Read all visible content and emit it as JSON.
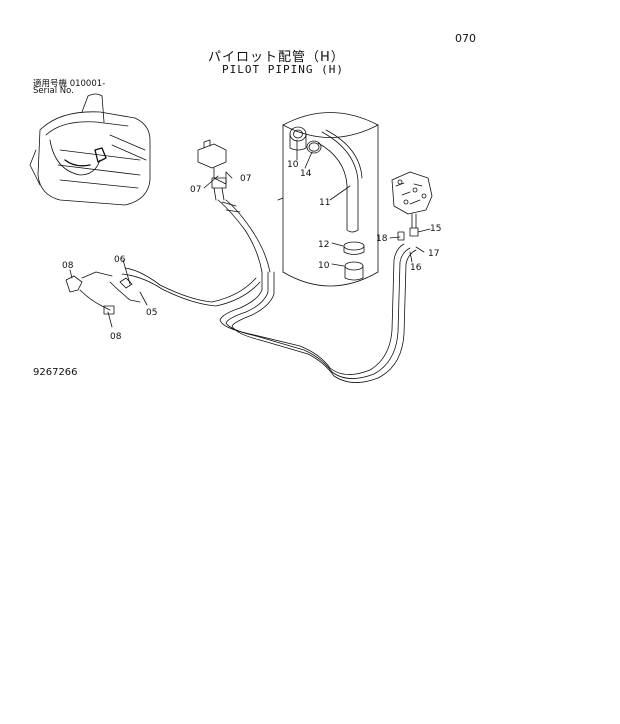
{
  "page": {
    "number": "070"
  },
  "title": {
    "japanese": "パイロット配管（H）",
    "english": "PILOT PIPING (H)"
  },
  "serial": {
    "japanese": "適用号機  010001-",
    "english": "Serial No."
  },
  "reference_number": "9267266",
  "part_labels": {
    "p10a": "10",
    "p14": "14",
    "p11": "11",
    "p12": "12",
    "p10b": "10",
    "p07a": "07",
    "p07b": "07",
    "p06": "06",
    "p08a": "08",
    "p05": "05",
    "p08b": "08",
    "p18": "18",
    "p15": "15",
    "p17": "17",
    "p16": "16"
  }
}
